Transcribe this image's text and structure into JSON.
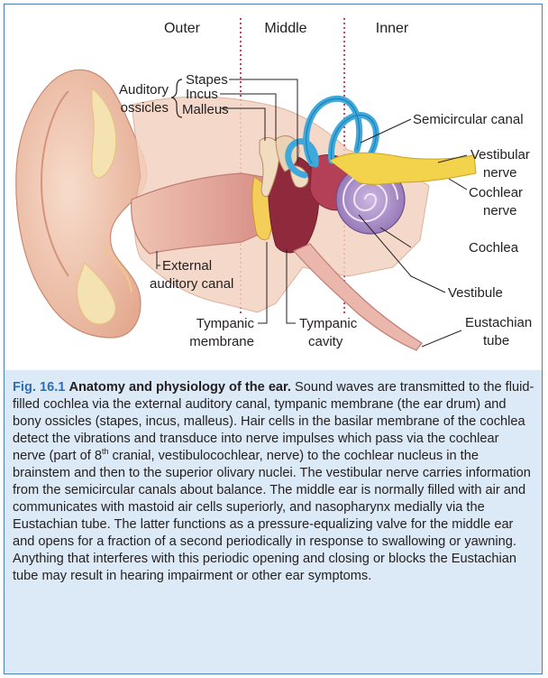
{
  "regions": {
    "outer": "Outer",
    "middle": "Middle",
    "inner": "Inner"
  },
  "labels": {
    "auditory_ossicles_l1": "Auditory",
    "auditory_ossicles_l2": "ossicles",
    "stapes": "Stapes",
    "incus": "Incus",
    "malleus": "Malleus",
    "semicircular_canal": "Semicircular canal",
    "vestibular_nerve_l1": "Vestibular",
    "vestibular_nerve_l2": "nerve",
    "cochlear_nerve_l1": "Cochlear",
    "cochlear_nerve_l2": "nerve",
    "cochlea": "Cochlea",
    "vestibule": "Vestibule",
    "eustachian_tube_l1": "Eustachian",
    "eustachian_tube_l2": "tube",
    "external_canal_l1": "External",
    "external_canal_l2": "auditory canal",
    "tympanic_membrane_l1": "Tympanic",
    "tympanic_membrane_l2": "membrane",
    "tympanic_cavity_l1": "Tympanic",
    "tympanic_cavity_l2": "cavity"
  },
  "caption": {
    "label": "Fig. 16.1",
    "title": "Anatomy and physiology of the ear.",
    "text_before_sup": "Sound waves are transmitted to the fluid-filled cochlea via the external auditory canal, tympanic membrane (the ear drum) and bony ossicles (stapes, incus, malleus). Hair cells in the basilar membrane of the cochlea detect the vibrations and transduce into nerve impulses which pass via the cochlear nerve (part of 8",
    "sup": "th",
    "text_after_sup": " cranial, vestibulocochlear, nerve) to the cochlear nucleus in the brainstem and then to the superior olivary nuclei. The vestibular nerve carries information from the semicircular canals about balance. The middle ear is normally filled with air and communicates with mastoid air cells superiorly, and nasopharynx medially via the Eustachian tube. The latter functions as a pressure-equalizing valve for the middle ear and opens for a fraction of a second periodically in response to swallowing or yawning. Anything that interferes with this periodic opening and closing or blocks the Eustachian tube may result in hearing impairment or other ear symptoms."
  },
  "colors": {
    "frame": "#4a7fb8",
    "caption_bg": "#dce9f6",
    "caption_label": "#2d6fb4",
    "divider": "#b5174e",
    "skin": "#f2c9ae",
    "canal": "#e8aea5",
    "cochlea": "#a58cc2",
    "semicircular": "#3fa9dc",
    "nerve": "#f2d34b",
    "cavity": "#8f2a3c"
  }
}
